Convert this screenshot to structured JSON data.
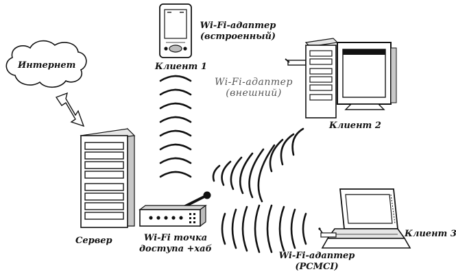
{
  "colors": {
    "ink": "#111111",
    "paper": "#ffffff",
    "shade": "#c8c8c8",
    "muted": "#555555"
  },
  "internet": {
    "label": "Интернет"
  },
  "server": {
    "label": "Сервер"
  },
  "access_point": {
    "line1": "Wi-Fi точка",
    "line2": "доступа +хаб"
  },
  "client1": {
    "label": "Клиент 1",
    "adapter_line1": "Wi-Fi-адаптер",
    "adapter_line2": "(встроенный)"
  },
  "client2": {
    "label": "Клиент 2",
    "adapter_line1": "Wi-Fi-адаптер",
    "adapter_line2": "(внешний)"
  },
  "client3": {
    "label": "Клиент 3",
    "adapter_line1": "Wi-Fi-адаптер",
    "adapter_line2": "(PCMCI)"
  }
}
